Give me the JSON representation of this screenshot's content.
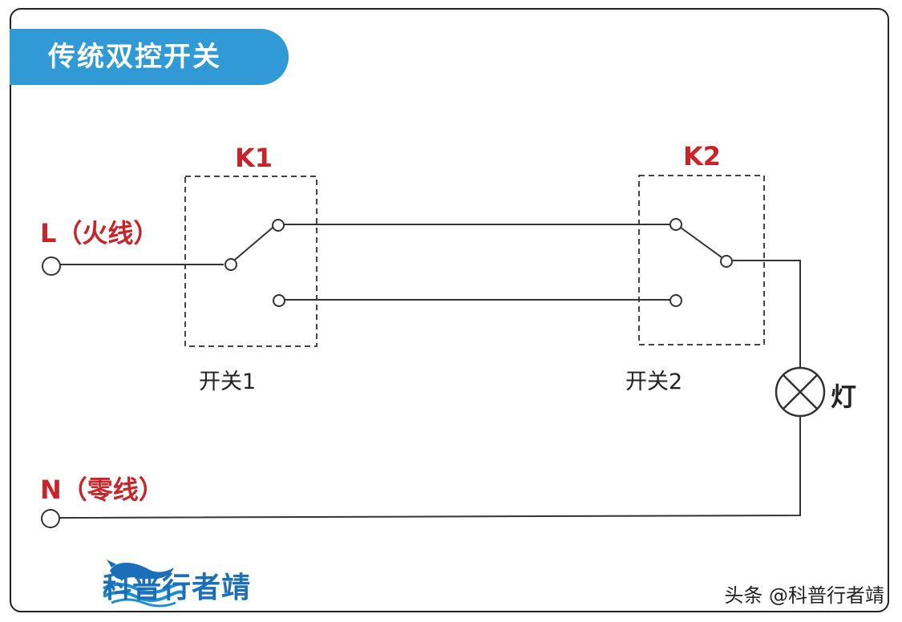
{
  "title": "传统双控开关",
  "labels": {
    "k1": "K1",
    "k2": "K2",
    "live": "L（火线）",
    "neutral": "N（零线）",
    "switch1": "开关1",
    "switch2": "开关2",
    "lamp": "灯"
  },
  "brand": {
    "name": "科普行者靖",
    "icon": "whale-wave-logo-icon"
  },
  "watermark": "头条 @科普行者靖",
  "colors": {
    "accent": "#2f9ad6",
    "label_red": "#c8252b",
    "brand_blue": "#1b6fb8"
  }
}
